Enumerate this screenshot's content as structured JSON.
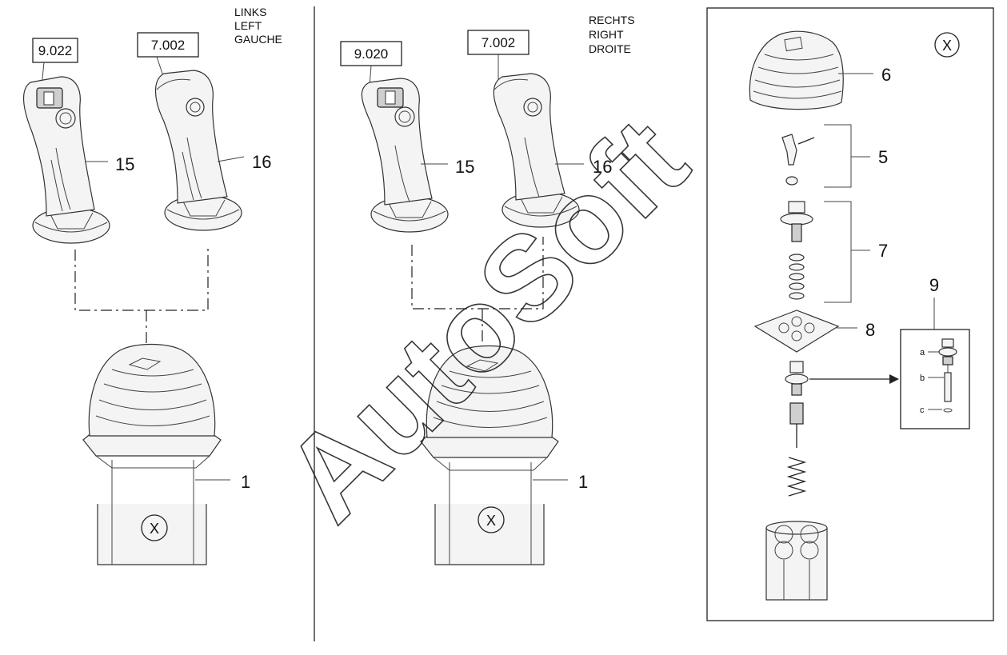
{
  "left_panel": {
    "side_label": [
      "LINKS",
      "LEFT",
      "GAUCHE"
    ],
    "grips": [
      {
        "code": "9.022",
        "item": "15"
      },
      {
        "code": "7.002",
        "item": "16"
      }
    ],
    "base": {
      "item": "1",
      "detail_marker": "X"
    }
  },
  "right_panel": {
    "side_label": [
      "RECHTS",
      "RIGHT",
      "DROITE"
    ],
    "grips": [
      {
        "code": "9.020",
        "item": "15"
      },
      {
        "code": "7.002",
        "item": "16"
      }
    ],
    "base": {
      "item": "1",
      "detail_marker": "X"
    }
  },
  "detail_panel": {
    "marker": "X",
    "items": [
      "6",
      "5",
      "7",
      "8",
      "9"
    ],
    "inset_letters": [
      "a",
      "b",
      "c"
    ]
  },
  "watermark": "AutoSoft"
}
